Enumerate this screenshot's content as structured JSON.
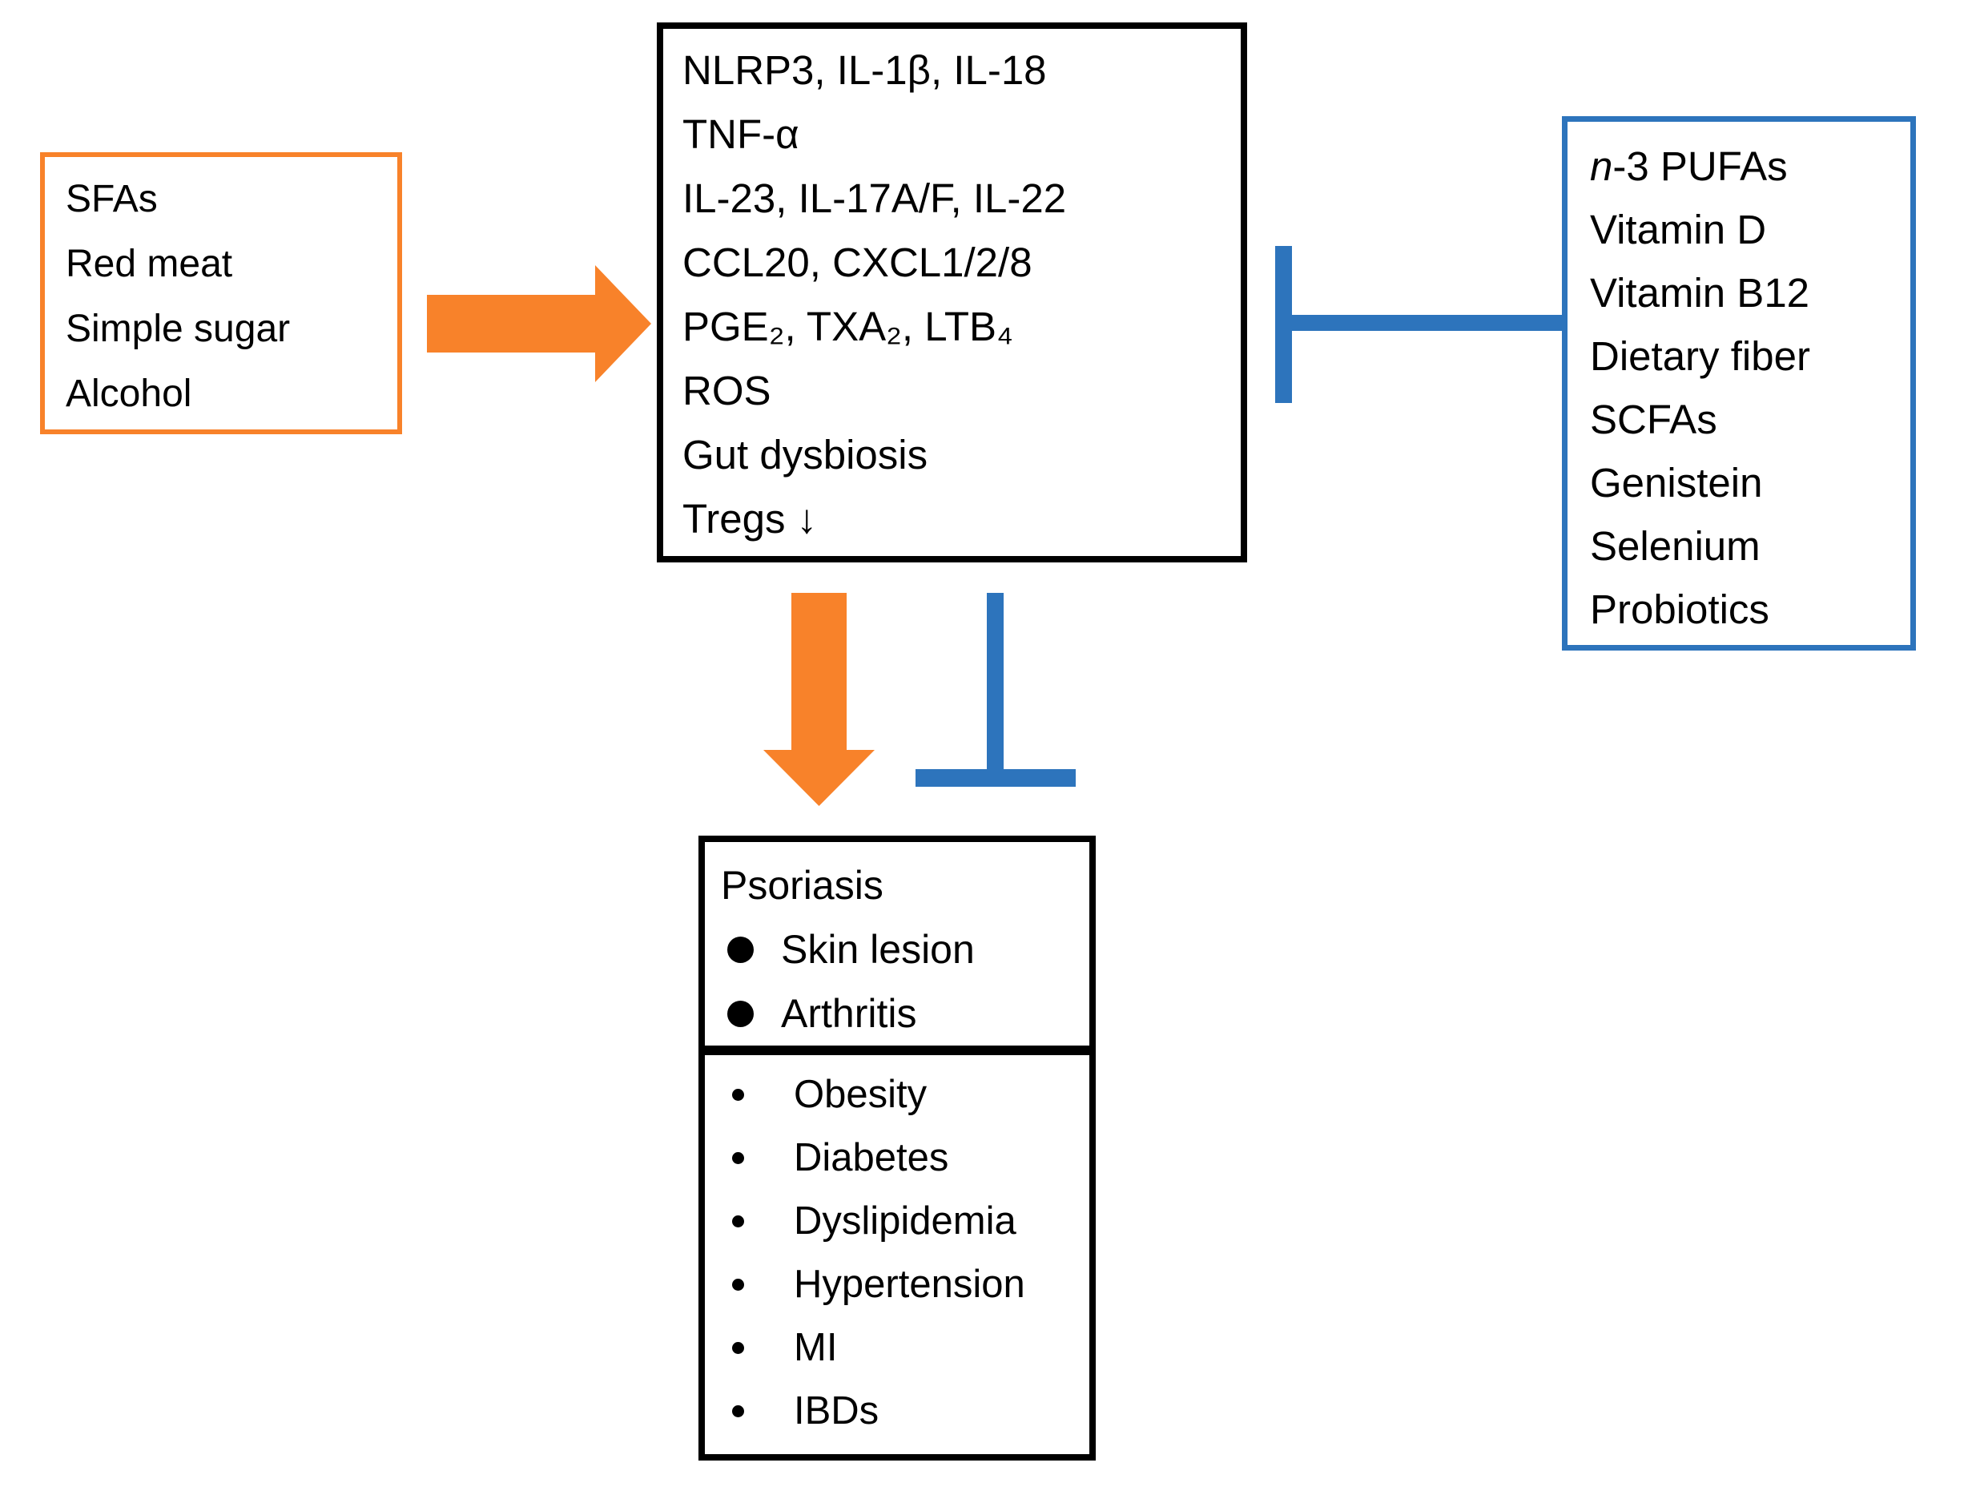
{
  "colors": {
    "orange": "#F8822A",
    "blue": "#2D74BC",
    "ink": "#000000"
  },
  "triggers_box": {
    "items": [
      "SFAs",
      "Red meat",
      "Simple sugar",
      "Alcohol"
    ]
  },
  "mediators_box": {
    "lines": [
      "NLRP3, IL-1β, IL-18",
      "TNF-α",
      "IL-23, IL-17A/F, IL-22",
      "CCL20, CXCL1/2/8",
      "PGE₂, TXA₂, LTB₄",
      "ROS",
      "Gut dysbiosis",
      "Tregs ↓"
    ]
  },
  "protective_box": {
    "items": [
      {
        "italic": "n",
        "text": "-3 PUFAs"
      },
      {
        "text": "Vitamin D"
      },
      {
        "text": "Vitamin B12"
      },
      {
        "text": "Dietary fiber"
      },
      {
        "text": "SCFAs"
      },
      {
        "text": "Genistein"
      },
      {
        "text": "Selenium"
      },
      {
        "text": "Probiotics"
      }
    ]
  },
  "psoriasis_box": {
    "title": "Psoriasis",
    "bullets": [
      "Skin lesion",
      "Arthritis"
    ]
  },
  "comorbidities_box": {
    "bullets": [
      "Obesity",
      "Diabetes",
      "Dyslipidemia",
      "Hypertension",
      "MI",
      "IBDs"
    ]
  }
}
